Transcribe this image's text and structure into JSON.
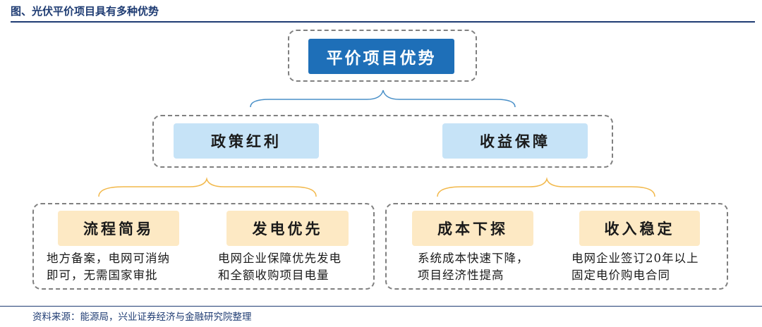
{
  "header": {
    "title": "图、光伏平价项目具有多种优势"
  },
  "diagram": {
    "root": "平价项目优势",
    "level1": [
      {
        "label": "政策红利",
        "children": [
          {
            "label": "流程简易",
            "desc_line1": "地方备案，电网可消纳",
            "desc_line2": "即可，无需国家审批"
          },
          {
            "label": "发电优先",
            "desc_line1": "电网企业保障优先发电",
            "desc_line2": "和全额收购项目电量"
          }
        ]
      },
      {
        "label": "收益保障",
        "children": [
          {
            "label": "成本下探",
            "desc_line1": "系统成本快速下降，",
            "desc_line2": "项目经济性提高"
          },
          {
            "label": "收入稳定",
            "desc_line1": "电网企业签订20年以上",
            "desc_line2": "固定电价购电合同"
          }
        ]
      }
    ]
  },
  "footer": {
    "source": "资料来源：能源局，兴业证券经济与金融研究院整理"
  },
  "colors": {
    "title": "#1f3c73",
    "root_box": "#1e6fb8",
    "level1_box": "#c6e3f7",
    "level2_box": "#fde9c4",
    "brace_blue": "#4a90c8",
    "brace_yellow": "#f2b84a",
    "dashed_border": "#808080"
  }
}
